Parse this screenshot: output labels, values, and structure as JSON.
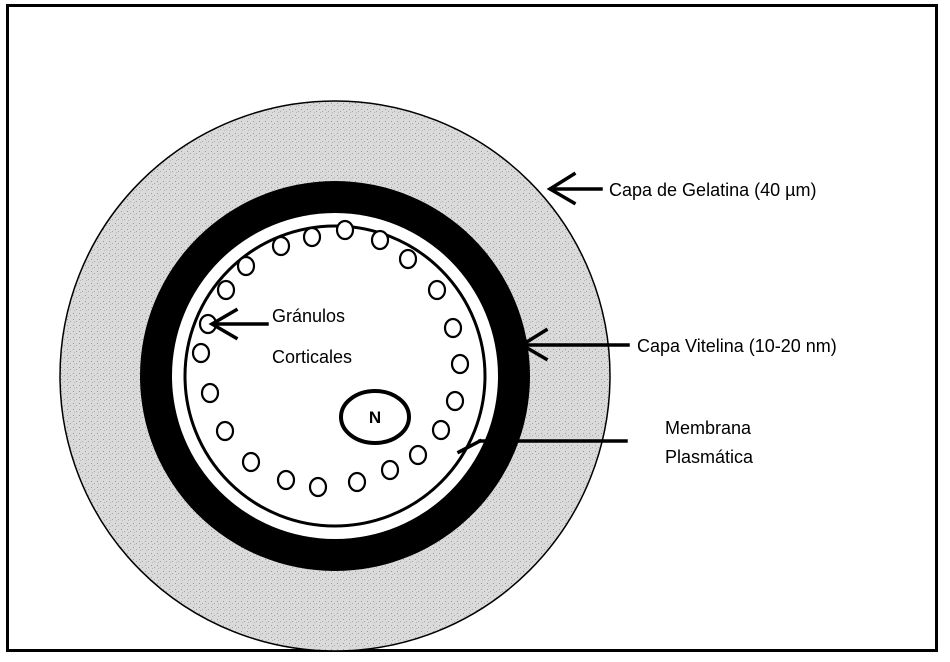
{
  "diagram": {
    "labels": {
      "gelatin_layer": "Capa de Gelatina (40 µm)",
      "vitelline_layer": "Capa Vitelina (10-20 nm)",
      "membrane_line1": "Membrana",
      "membrane_line2": "Plasmática",
      "granules_line1": "Gránulos",
      "granules_line2": "Corticales",
      "nucleus": "N"
    },
    "colors": {
      "gelatin_fill": "#d2d2d2",
      "vitelline_fill": "#000000",
      "cytoplasm_fill": "#ffffff",
      "stroke": "#000000"
    }
  }
}
